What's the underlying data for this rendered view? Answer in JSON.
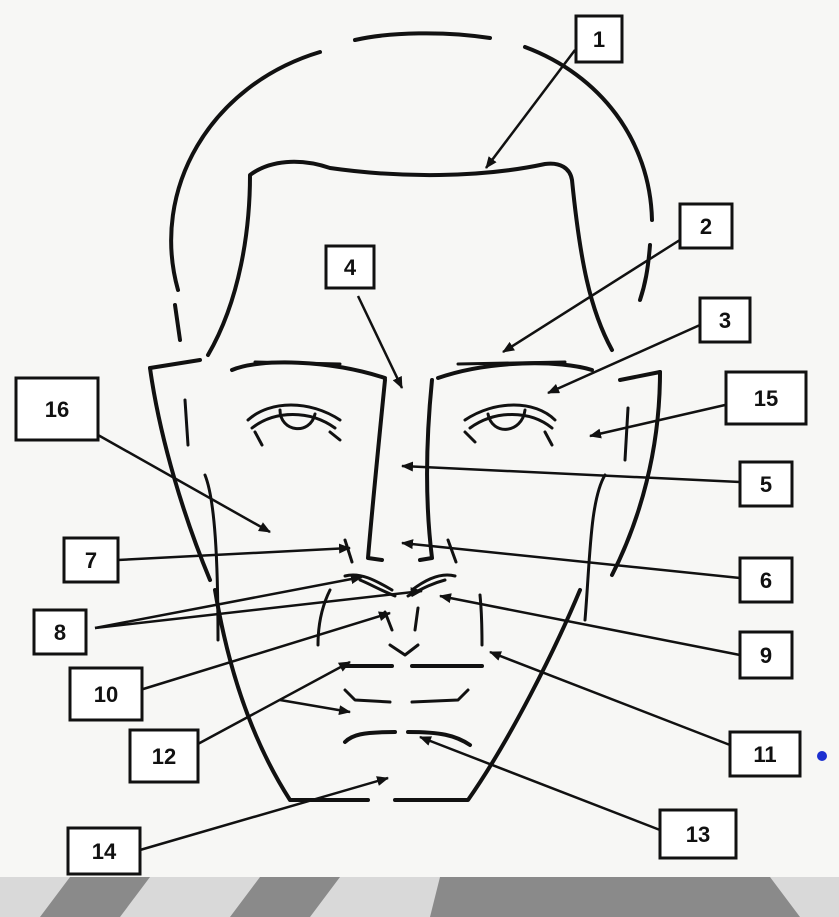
{
  "diagram": {
    "labels": [
      {
        "id": "label-1",
        "text": "1"
      },
      {
        "id": "label-2",
        "text": "2"
      },
      {
        "id": "label-3",
        "text": "3"
      },
      {
        "id": "label-4",
        "text": "4"
      },
      {
        "id": "label-5",
        "text": "5"
      },
      {
        "id": "label-6",
        "text": "6"
      },
      {
        "id": "label-7",
        "text": "7"
      },
      {
        "id": "label-8",
        "text": "8"
      },
      {
        "id": "label-9",
        "text": "9"
      },
      {
        "id": "label-10",
        "text": "10"
      },
      {
        "id": "label-11",
        "text": "11"
      },
      {
        "id": "label-12",
        "text": "12"
      },
      {
        "id": "label-13",
        "text": "13"
      },
      {
        "id": "label-14",
        "text": "14"
      },
      {
        "id": "label-15",
        "text": "15"
      },
      {
        "id": "label-16",
        "text": "16"
      }
    ],
    "colors": {
      "line": "#111111",
      "background": "#f7f7f5",
      "box_fill": "#ffffff",
      "stripe_dark": "#8a8a8a",
      "stripe_light": "#d9d9d9",
      "dot": "#1c2fd0"
    }
  }
}
